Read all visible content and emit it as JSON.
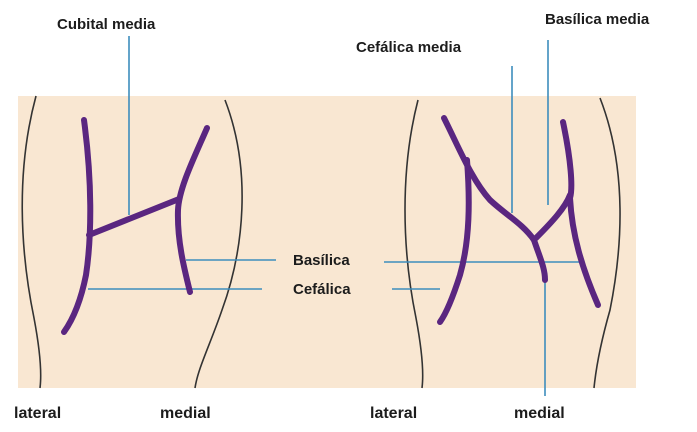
{
  "diagram": {
    "labels": {
      "cubital_media": "Cubital media",
      "basilica_media": "Basílica media",
      "cefalica_media": "Cefálica media",
      "basilica": "Basílica",
      "cefalica": "Cefálica"
    },
    "bottom_labels": {
      "left_lateral": "lateral",
      "left_medial": "medial",
      "right_lateral": "lateral",
      "right_medial": "medial"
    },
    "colors": {
      "background_panel": "#f9e7d2",
      "vein": "#5a2680",
      "leader_line": "#3d8dbd",
      "arm_outline": "#333333",
      "text": "#1c1c1c"
    }
  }
}
